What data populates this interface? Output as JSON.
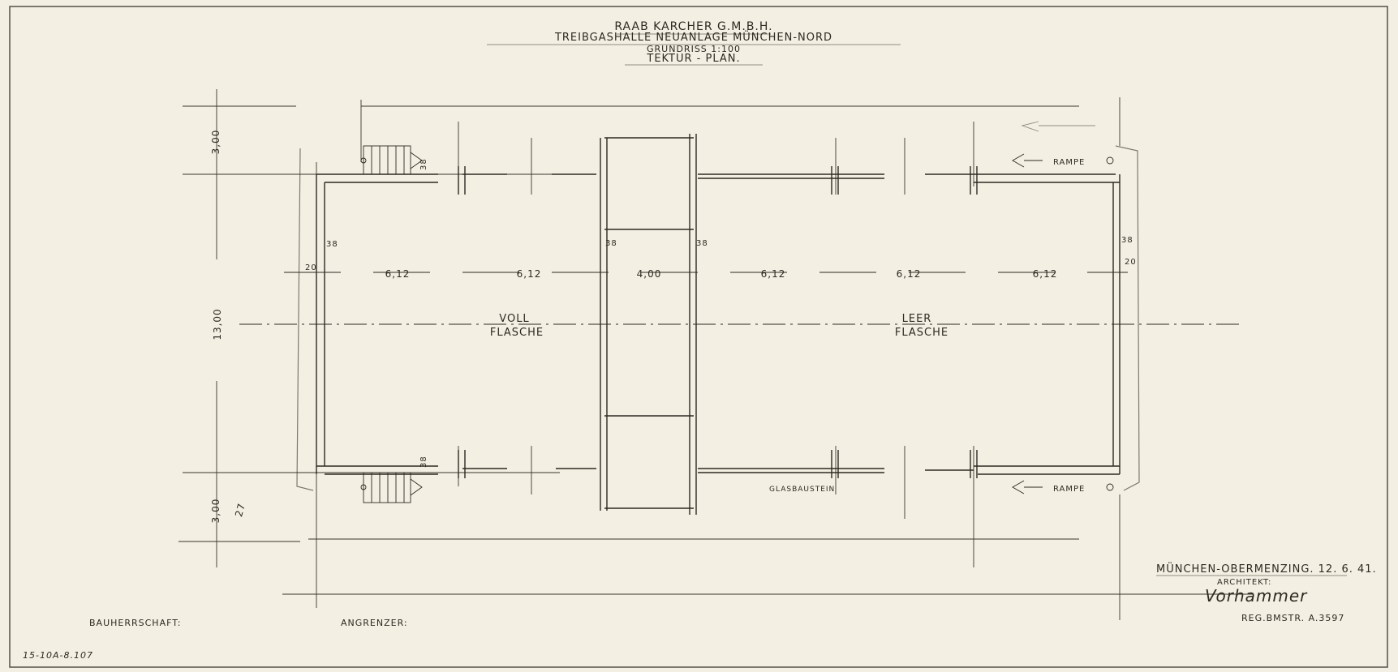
{
  "title_block": {
    "company": "RAAB KARCHER G.M.B.H.",
    "project": "TREIBGASHALLE NEUANLAGE MÜNCHEN-NORD",
    "scale": "GRUNDRISS 1:100",
    "plan_type": "TEKTUR - PLAN."
  },
  "dimensions": {
    "top_offset": "3,00",
    "total_depth": "13,00",
    "bottom_offset": "3,00",
    "bottom_extra": "27",
    "bays": [
      "6,12",
      "6,12",
      "4,00",
      "6,12",
      "6,12",
      "6,12"
    ],
    "wall_38_left_top": "38",
    "wall_38_left": "38",
    "wall_20_left": "20",
    "wall_38_mid_a": "38",
    "wall_38_mid_b": "38",
    "wall_38_right": "38",
    "wall_20_right": "20",
    "wall_38_left_bottom": "38"
  },
  "rooms": {
    "full_label_1": "VOLL",
    "full_label_2": "FLASCHE",
    "empty_label_1": "LEER",
    "empty_label_2": "FLASCHE"
  },
  "annotations": {
    "ramp_top": "RAMPE",
    "ramp_bottom": "RAMPE",
    "glass_block": "GLASBAUSTEIN"
  },
  "footer": {
    "place_date": "MÜNCHEN-OBERMENZING. 12. 6. 41.",
    "architect_label": "ARCHITEKT:",
    "signature": "Vorhammer",
    "registration": "REG.BMSTR. A.3597",
    "client": "BAUHERRSCHAFT:",
    "neighbour": "ANGRENZER:",
    "archive_number": "15-10A-8.107"
  },
  "colors": {
    "paper": "#f3efe2",
    "pencil": "#2e2a22",
    "border": "#55504a"
  }
}
